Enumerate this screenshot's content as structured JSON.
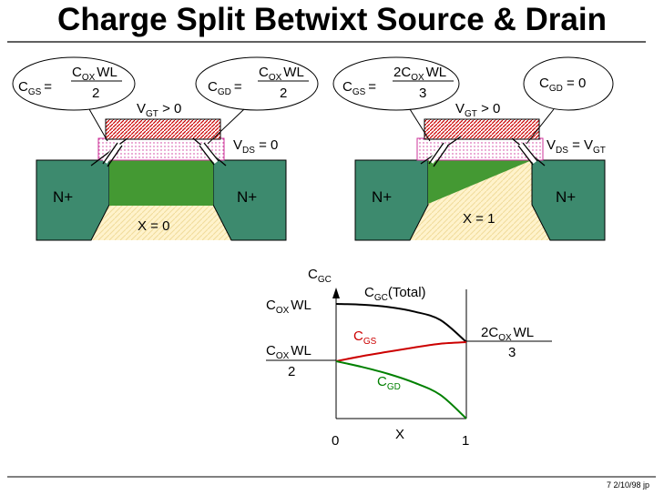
{
  "title": "Charge Split Betwixt Source & Drain",
  "left": {
    "cgs_label": "C",
    "cgs_sub": "GS",
    "cgs_eq": "=",
    "cgs_num_c": "C",
    "cgs_num_sub": "OX",
    "cgs_num_rest": "WL",
    "cgs_den": "2",
    "cgd_label": "C",
    "cgd_sub": "GD",
    "cgd_eq": "=",
    "cgd_num_c": "C",
    "cgd_num_sub": "OX",
    "cgd_num_rest": "WL",
    "cgd_den": "2",
    "vgt_v": "V",
    "vgt_sub": "GT",
    "vgt_rest": " > 0",
    "vds_v": "V",
    "vds_sub": "DS",
    "vds_rest": " = 0",
    "source": "N+",
    "drain": "N+",
    "x_label": "X = 0"
  },
  "right": {
    "cgs_label": "C",
    "cgs_sub": "GS",
    "cgs_eq": "=",
    "cgs_num_c": "2C",
    "cgs_num_sub": "OX",
    "cgs_num_rest": "WL",
    "cgs_den": "3",
    "cgd_label": "C",
    "cgd_sub": "GD",
    "cgd_rest": " = 0",
    "vgt_v": "V",
    "vgt_sub": "GT",
    "vgt_rest": " > 0",
    "vds_v": "V",
    "vds_sub": "DS",
    "vds_eq": " = V",
    "vds_sub2": "GT",
    "source": "N+",
    "drain": "N+",
    "x_label": "X = 1"
  },
  "graph": {
    "ylabel_c": "C",
    "ylabel_sub": "GC",
    "total_c": "C",
    "total_sub": "GC",
    "total_rest": "(Total)",
    "cgs_c": "C",
    "cgs_sub": "GS",
    "cgd_c": "C",
    "cgd_sub": "GD",
    "left_top_c": "C",
    "left_top_sub": "OX",
    "left_top_rest": "WL",
    "left_half_c": "C",
    "left_half_sub": "OX",
    "left_half_rest": "WL",
    "left_half_den": "2",
    "right_num_c": "2C",
    "right_num_sub": "OX",
    "right_num_rest": "WL",
    "right_den": "3",
    "x_axis": "X",
    "x_min": "0",
    "x_max": "1",
    "colors": {
      "total": "#000000",
      "cgs": "#cc0000",
      "cgd": "#008000"
    }
  },
  "chart_data": {
    "type": "line",
    "title": "",
    "xlabel": "X",
    "ylabel": "C_GC",
    "xlim": [
      0,
      1
    ],
    "series": [
      {
        "name": "C_GC(Total)",
        "x": [
          0,
          0.2,
          0.4,
          0.6,
          0.8,
          1.0
        ],
        "y": [
          1.0,
          0.993,
          0.973,
          0.933,
          0.86,
          0.667
        ]
      },
      {
        "name": "C_GS",
        "x": [
          0,
          0.2,
          0.4,
          0.6,
          0.8,
          1.0
        ],
        "y": [
          0.5,
          0.545,
          0.583,
          0.62,
          0.653,
          0.667
        ]
      },
      {
        "name": "C_GD",
        "x": [
          0,
          0.2,
          0.4,
          0.6,
          0.8,
          1.0
        ],
        "y": [
          0.5,
          0.45,
          0.39,
          0.313,
          0.207,
          0.0
        ]
      }
    ]
  },
  "footer": "7 2/10/98 jp"
}
